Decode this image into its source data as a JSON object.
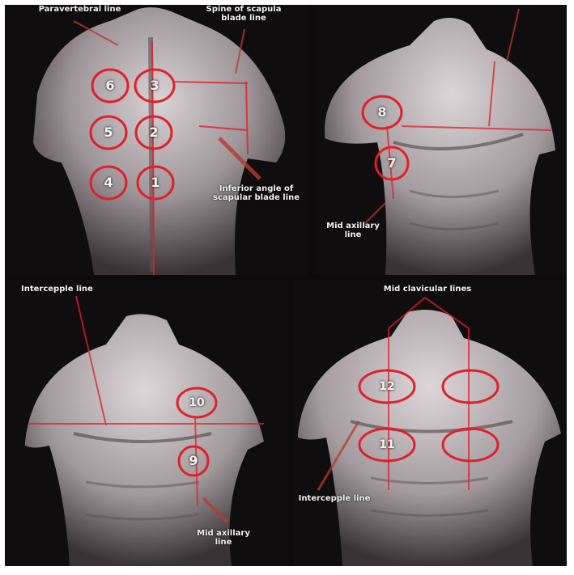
{
  "panels": {
    "back": {
      "label_paravertebral": "Paravertebral line",
      "label_scapula": "Spine of scapula\nblade line",
      "label_inferior": "Inferior angle of\nscapular blade line",
      "sites": [
        "6",
        "3",
        "5",
        "2",
        "4",
        "1"
      ]
    },
    "side_upper": {
      "label_axillary": "Mid axillary\nline",
      "sites": [
        "8",
        "7"
      ]
    },
    "front_left": {
      "label_interapple": "Intercepple line",
      "label_axillary": "Mid axillary\nline",
      "sites": [
        "10",
        "9"
      ]
    },
    "front_right": {
      "label_clavicular": "Mid clavicular lines",
      "label_interapple": "Intercepple line",
      "sites": [
        "12",
        "11"
      ]
    }
  },
  "colors": {
    "marker": "#e0202a",
    "background": "#0c0a0b",
    "text": "#f2f2f2"
  }
}
